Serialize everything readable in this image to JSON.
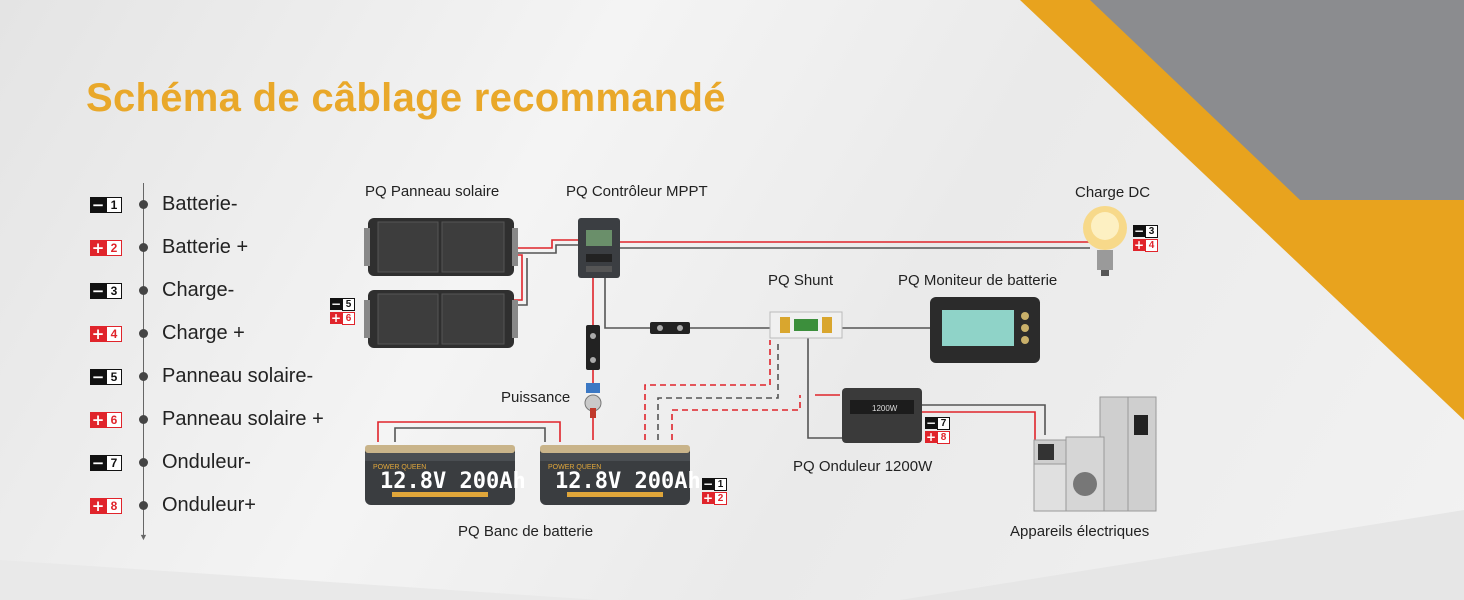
{
  "title": "Schéma de câblage recommandé",
  "legend": [
    {
      "sign": "-",
      "num": "1",
      "label": "Batterie-"
    },
    {
      "sign": "+",
      "num": "2",
      "label": "Batterie +"
    },
    {
      "sign": "-",
      "num": "3",
      "label": "Charge-"
    },
    {
      "sign": "+",
      "num": "4",
      "label": "Charge +"
    },
    {
      "sign": "-",
      "num": "5",
      "label": "Panneau solaire-"
    },
    {
      "sign": "+",
      "num": "6",
      "label": "Panneau solaire +"
    },
    {
      "sign": "-",
      "num": "7",
      "label": "Onduleur-"
    },
    {
      "sign": "+",
      "num": "8",
      "label": "Onduleur+"
    }
  ],
  "components": {
    "solar_panel": "PQ Panneau solaire",
    "mppt": "PQ Contrôleur MPPT",
    "dc_load": "Charge DC",
    "shunt": "PQ Shunt",
    "monitor": "PQ Moniteur de batterie",
    "power_switch": "Puissance",
    "battery_bank": "PQ Banc de batterie",
    "inverter": "PQ Onduleur 1200W",
    "appliances": "Appareils électriques"
  },
  "battery_rating": "12.8V 200Ah",
  "brand": "POWER QUEEN",
  "inverter_display": "1200W",
  "colors": {
    "accent": "#e9a82a",
    "positive": "#e0242b",
    "negative": "#111111",
    "wire_neutral": "#555555"
  },
  "icons": [
    "bulb-icon",
    "solar-panel-icon",
    "mppt-controller-icon",
    "shunt-icon",
    "monitor-icon",
    "inverter-icon",
    "battery-icon",
    "fuse-icon",
    "switch-icon",
    "appliances-icon"
  ]
}
